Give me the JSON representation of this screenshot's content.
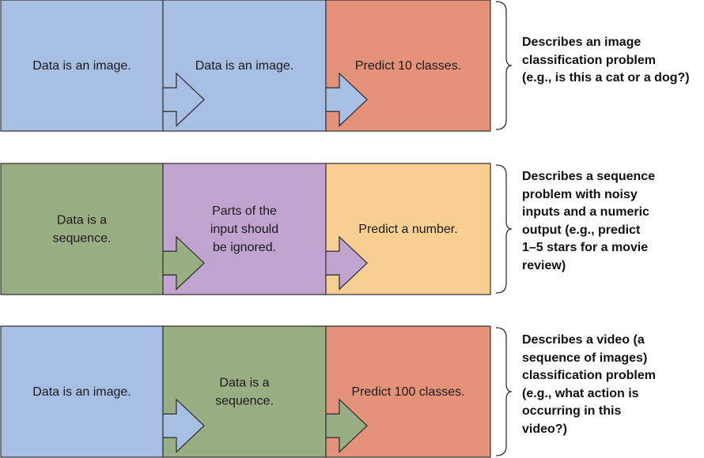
{
  "colors": {
    "blue": "#a8bfe4",
    "salmon": "#e5927a",
    "green": "#9aae84",
    "purple": "#c1a3cf",
    "yellow": "#f8cf92",
    "stroke": "#333333"
  },
  "rows": [
    {
      "blocks": [
        {
          "fill": "blue",
          "lines": [
            "Data is an image."
          ]
        },
        {
          "fill": "blue",
          "lines": [
            "Data is an image."
          ]
        },
        {
          "fill": "salmon",
          "lines": [
            "Predict 10 classes."
          ]
        }
      ],
      "description": "Describes an image\nclassification problem\n(e.g., is this a cat or a dog?)"
    },
    {
      "blocks": [
        {
          "fill": "green",
          "lines": [
            "Data is a",
            "sequence."
          ]
        },
        {
          "fill": "purple",
          "lines": [
            "Parts of the",
            "input should",
            "be ignored."
          ]
        },
        {
          "fill": "yellow",
          "lines": [
            "Predict a number."
          ]
        }
      ],
      "description": "Describes a sequence\nproblem with noisy\ninputs and a numeric\noutput (e.g., predict\n1–5 stars for a movie\nreview)"
    },
    {
      "blocks": [
        {
          "fill": "blue",
          "lines": [
            "Data is an image."
          ]
        },
        {
          "fill": "green",
          "lines": [
            "Data is a",
            "sequence."
          ]
        },
        {
          "fill": "salmon",
          "lines": [
            "Predict 100 classes."
          ]
        }
      ],
      "description": "Describes a video (a\nsequence of images)\nclassification problem\n(e.g., what action is\noccurring in this\nvideo?)"
    }
  ]
}
